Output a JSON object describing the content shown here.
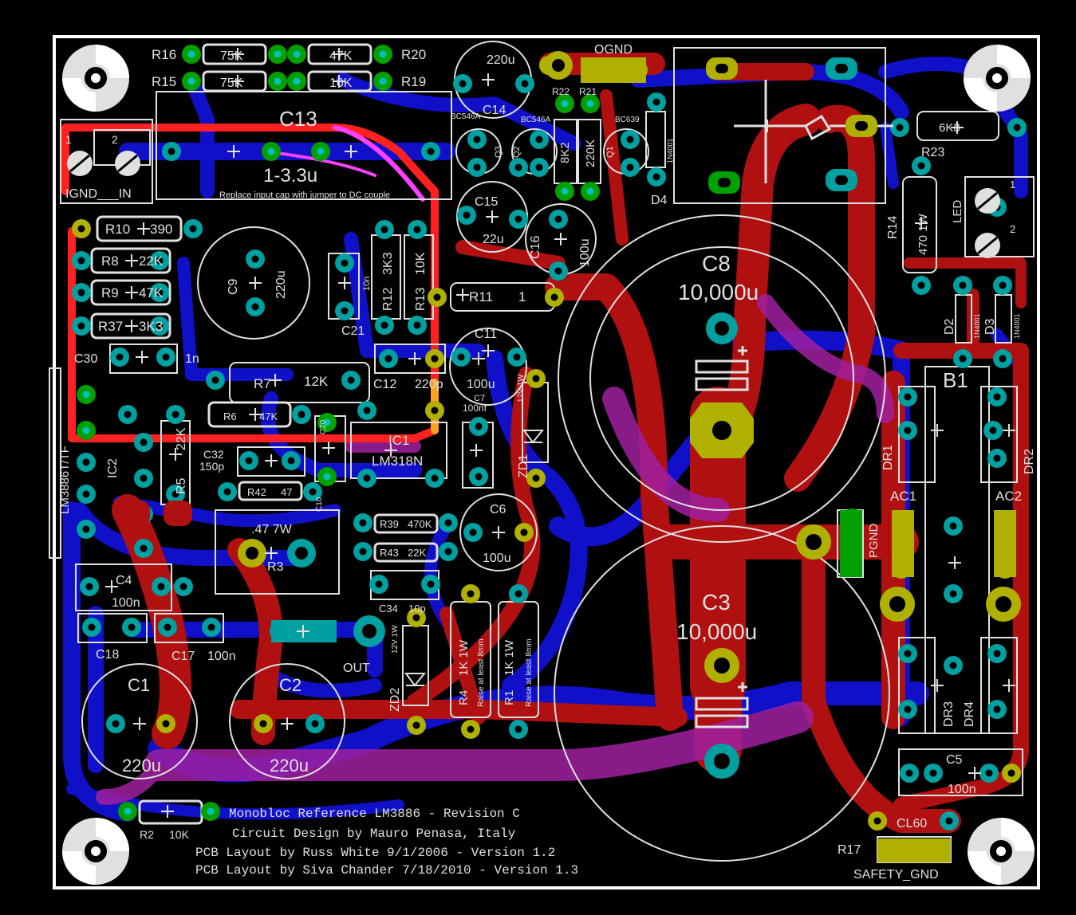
{
  "colors": {
    "background": "#000000",
    "board_outline": "#ffffff",
    "top_copper": "#b01010",
    "bottom_copper": "#1010c8",
    "overlap": "#a020a0",
    "pad_ring": "#00a0a0",
    "pad_drill": "#b0b000",
    "via": "#00a000",
    "silkscreen": "#e0e0e0",
    "highlight_trace": "#ff2020",
    "highlight_pink": "#ff40ff"
  },
  "icons": [
    "mounting-hole-icon",
    "pad-icon",
    "via-icon",
    "capacitor-symbol-icon",
    "resistor-symbol-icon",
    "diode-symbol-icon",
    "relay-coil-icon"
  ],
  "labels": {
    "r16": "R16",
    "r15": "R15",
    "v75k_a": "75K",
    "v75k_b": "75K",
    "v47k_top": "47K",
    "v10k_top": "10K",
    "r20": "R20",
    "r19": "R19",
    "c13": "C13",
    "c13_val": "1-3.3u",
    "c13_note": "Replace input cap with jumper to DC couple",
    "ignd_in": "IGND___IN",
    "pin1": "1",
    "pin2": "2",
    "c14_val": "220u",
    "c14": "C14",
    "ogndl": "OGND",
    "r22": "R22",
    "r21": "R21",
    "bc546a_1": "BC546A",
    "bc546a_2": "BC546A",
    "bc639": "BC639",
    "v8k2": "8K2",
    "v220k": "220K",
    "q3": "Q3",
    "q2": "Q2",
    "q1": "Q1",
    "d4": "D4",
    "d4_val": "1N4001",
    "v6k8": "6K8",
    "r23": "R23",
    "r14": "R14",
    "r14_val": "470 1W",
    "led": "LED",
    "led_pin1": "1",
    "led_pin2": "2",
    "c15": "C15",
    "c15_val": "22u",
    "c16": "C16",
    "c16_val": "100u",
    "r10": "R10",
    "r10_val": "390",
    "r8": "R8",
    "r8_val": "22K",
    "r9": "R9",
    "r9_val": "47K",
    "r37": "R37",
    "r37_val": "3K3",
    "c9": "C9",
    "c9_val": "220u",
    "c21": "C21",
    "c21_val": "10n",
    "r12": "R12",
    "r12_val": "3K3",
    "r13": "R13",
    "r13_val": "10K",
    "r11": "R11",
    "r11_val": "1",
    "c8": "C8",
    "c8_val": "10,000u",
    "c30": "C30",
    "c30_val": "1n",
    "c11": "C11",
    "c11_val": "100u",
    "d2": "D2",
    "d3": "D3",
    "d2_val": "1N4001",
    "d3_val": "1N4001",
    "b1": "B1",
    "r7": "R7",
    "r7_val": "12K",
    "c12": "C12",
    "c12_val": "220p",
    "c7": "C7",
    "c7_val": "100nf",
    "zd1_val": "12V 1W",
    "r6": "R6",
    "r6_val": "47K",
    "lm3886": "LM3886T/TF",
    "ic2": "IC2",
    "r5": "R5",
    "r5_val": "22K",
    "c32": "C32",
    "c32_val": "150p",
    "c20": "C20",
    "ic1": "IC1",
    "ic1_val": "LM318N",
    "zd1": "ZD1",
    "dr1": "DR1",
    "dr2": "DR2",
    "r42": "R42",
    "r42_val": "47",
    "c10": "C10",
    "ac1": "AC1",
    "ac2": "AC2",
    "r3_val": ".47 7W",
    "r3": "R3",
    "r39": "R39",
    "r39_val": "470K",
    "r43": "R43",
    "r43_val": "22K",
    "c6": "C6",
    "c6_val": "100u",
    "pgnd": "PGND",
    "c4": "C4",
    "c4_val": "100n",
    "c34": "C34",
    "c34_val": "10p",
    "c3": "C3",
    "c3_val": "10,000u",
    "c18": "C18",
    "c17": "C17",
    "c17_val": "100n",
    "out": "OUT",
    "zd2_val": "12V 1W",
    "zd2": "ZD2",
    "r4": "R4",
    "r4_val": "1K 1W",
    "r1": "R1",
    "r1_val": "1K 1W",
    "raise_note": "Raise at least 8mm",
    "dr3": "DR3",
    "dr4": "DR4",
    "c1": "C1",
    "c1_val": "220u",
    "c2": "C2",
    "c2_val": "220u",
    "c5": "C5",
    "c5_val": "100n",
    "r2": "R2",
    "r2_val": "10K",
    "cl60": "CL60",
    "r17": "R17",
    "safety_gnd": "SAFETY_GND",
    "title1": "Monobloc Reference LM3886 - Revision C",
    "title2": "Circuit Design by Mauro Penasa, Italy",
    "title3": "PCB Layout by Russ White 9/1/2006 - Version 1.2",
    "title4": "PCB Layout by Siva Chander 7/18/2010 - Version 1.3"
  }
}
